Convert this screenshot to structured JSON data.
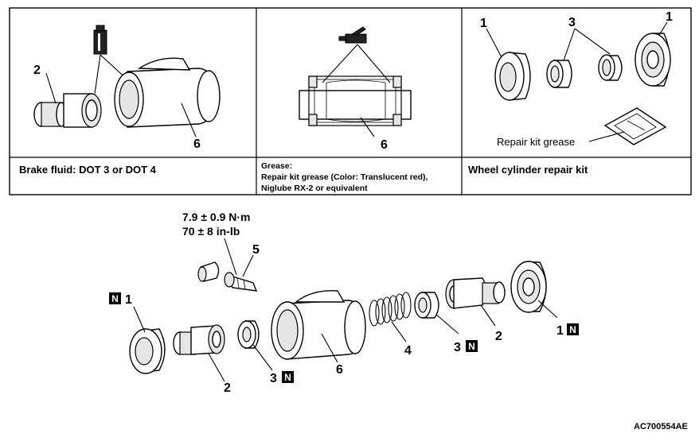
{
  "top_panels": {
    "left": {
      "caption": "Brake fluid: DOT 3 or DOT 4",
      "labels": [
        "2",
        "6"
      ]
    },
    "middle": {
      "caption_lines": [
        "Grease:",
        "Repair kit grease (Color: Translucent red),",
        "Niglube RX-2 or equivalent"
      ],
      "labels": [
        "6"
      ]
    },
    "right": {
      "caption": "Wheel cylinder repair kit",
      "labels": [
        "1",
        "3",
        "1"
      ],
      "grease_label": "Repair kit grease"
    }
  },
  "exploded": {
    "torque_lines": [
      "7.9 ± 0.9 N·m",
      "70 ± 8 in-lb"
    ],
    "new_part_mark": "N",
    "callouts": {
      "boot_left": "1",
      "piston_left": "2",
      "cup_left": "3",
      "body": "6",
      "spring": "4",
      "cup_right": "3",
      "piston_right": "2",
      "boot_right": "1",
      "bleeder": "5"
    }
  },
  "figure_code": "AC700554AE"
}
